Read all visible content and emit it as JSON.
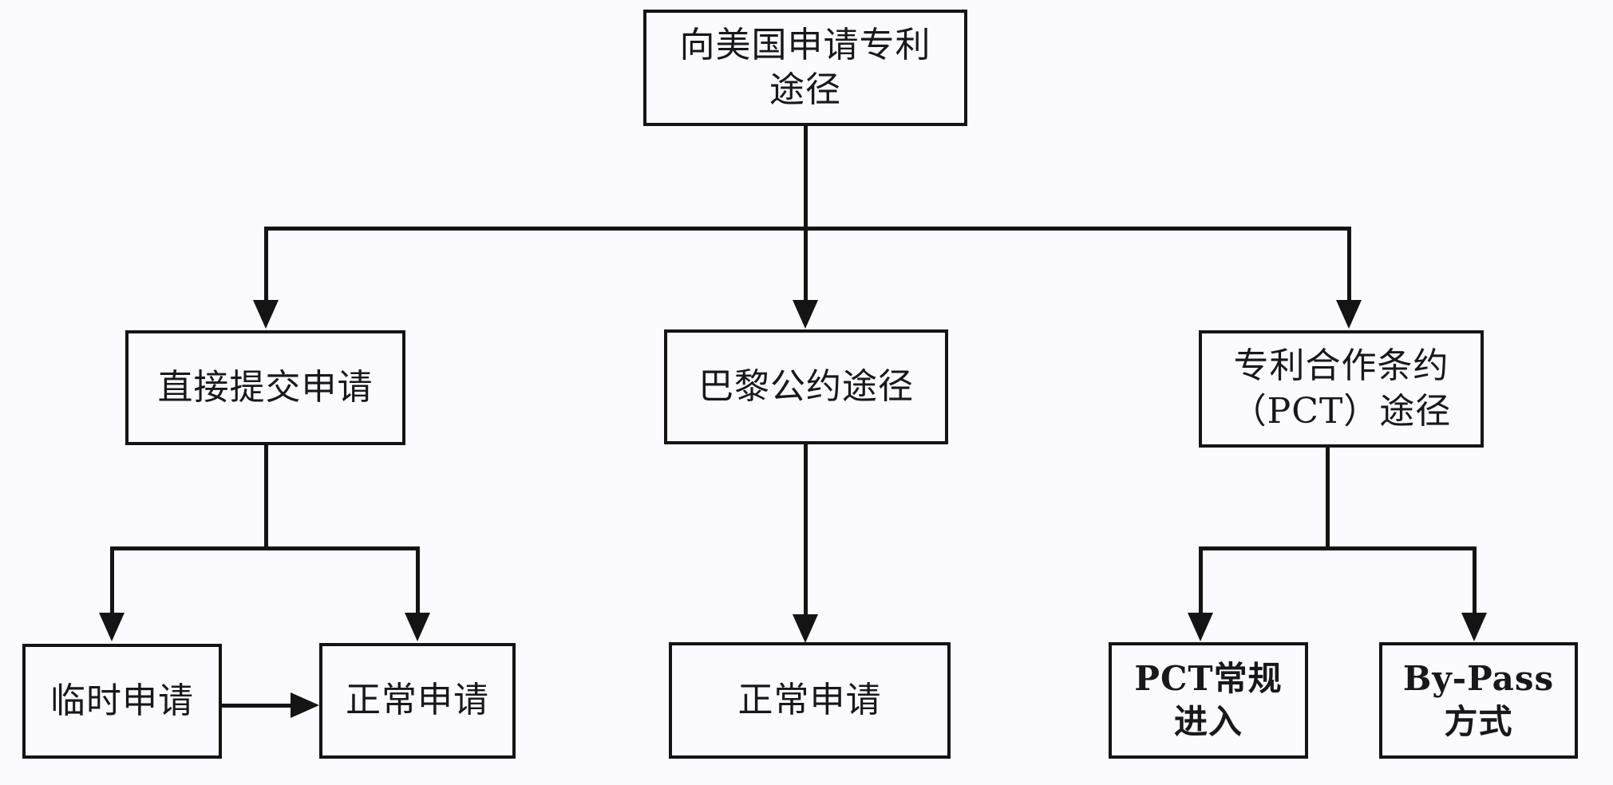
{
  "diagram": {
    "title_text": "向美国申请专利途径",
    "background_color": "#fbfaff",
    "line_color": "#141414",
    "nodes": {
      "root": {
        "label": "向美国申请专利\n途径"
      },
      "direct": {
        "label": "直接提交申请"
      },
      "paris": {
        "label": "巴黎公约途径"
      },
      "pct": {
        "label": "专利合作条约\n（PCT）途径"
      },
      "provisional": {
        "label": "临时申请"
      },
      "normal_direct": {
        "label": "正常申请"
      },
      "normal_paris": {
        "label": "正常申请"
      },
      "pct_normal": {
        "label": "PCT常规\n进入"
      },
      "bypass": {
        "label": "By-Pass\n方式"
      }
    },
    "edges": [
      {
        "from": "root",
        "to": "direct",
        "type": "elbow-arrow"
      },
      {
        "from": "root",
        "to": "paris",
        "type": "elbow-arrow"
      },
      {
        "from": "root",
        "to": "pct",
        "type": "elbow-arrow"
      },
      {
        "from": "direct",
        "to": "provisional",
        "type": "elbow-arrow"
      },
      {
        "from": "direct",
        "to": "normal_direct",
        "type": "elbow-arrow"
      },
      {
        "from": "paris",
        "to": "normal_paris",
        "type": "straight-arrow"
      },
      {
        "from": "pct",
        "to": "pct_normal",
        "type": "elbow-arrow"
      },
      {
        "from": "pct",
        "to": "bypass",
        "type": "elbow-arrow"
      },
      {
        "from": "provisional",
        "to": "normal_direct",
        "type": "straight-arrow-right"
      }
    ]
  }
}
